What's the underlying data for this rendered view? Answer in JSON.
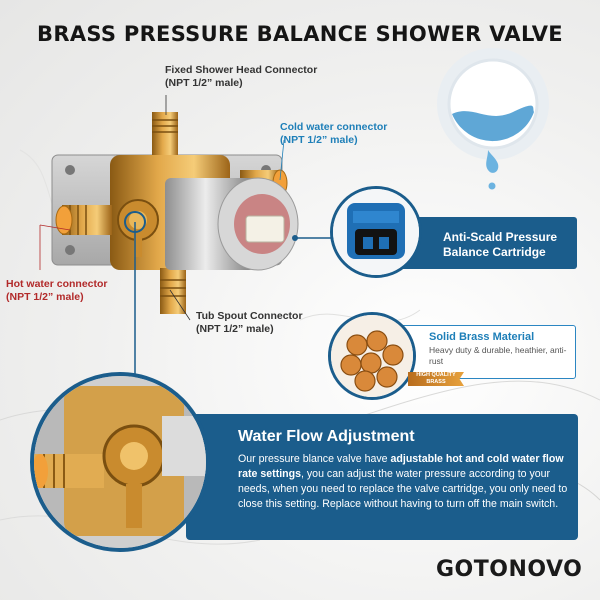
{
  "title": "BRASS PRESSURE BALANCE SHOWER VALVE",
  "labels": {
    "fixed_shower_head": {
      "name": "Fixed Shower Head Connector",
      "spec": "(NPT 1/2” male)"
    },
    "cold_water": {
      "name": "Cold water connector",
      "spec": "(NPT 1/2” male)"
    },
    "hot_water": {
      "name": "Hot water connector",
      "spec": "(NPT 1/2” male)"
    },
    "tub_spout": {
      "name": "Tub Spout Connector",
      "spec": "(NPT 1/2” male)"
    }
  },
  "features": {
    "cartridge": {
      "title_line1": "Anti-Scald Pressure",
      "title_line2": "Balance Cartridge"
    },
    "brass": {
      "title": "Solid Brass Material",
      "desc": "Heavy duty & durable, heathier, anti-rust",
      "badge_line1": "HIGH QUALITY",
      "badge_line2": "BRASS"
    }
  },
  "flow": {
    "title": "Water Flow Adjustment",
    "body_intro": "Our pressure blance valve have ",
    "body_bold": "adjustable hot and cold water flow rate settings",
    "body_rest": ", you can adjust the water pressure according to your needs, when you need to replace the valve cartridge, you only need to close this setting. Replace without having to turn off the main switch."
  },
  "brand": "GOTONOVO",
  "colors": {
    "accent_blue": "#1b5d8c",
    "label_blue": "#1e7fb8",
    "label_red": "#b22a2a",
    "brass": "#d49a3a"
  }
}
